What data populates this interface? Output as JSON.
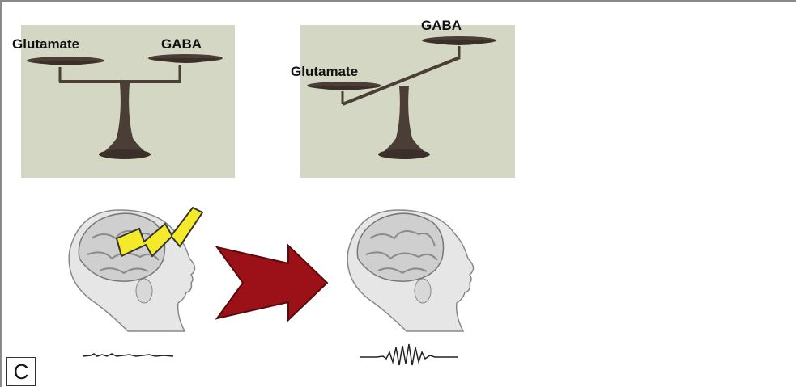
{
  "figure": {
    "panel_letter": "C",
    "left_scale": {
      "left_label": "Glutamate",
      "right_label": "GABA"
    },
    "right_scale": {
      "left_label": "Glutamate",
      "right_label": "GABA"
    }
  },
  "colors": {
    "panel_bg": "#d3d7c3",
    "metal": "#4a3e36",
    "bolt": "#f4ea2a",
    "arrow": "#9c1117"
  },
  "icons": [
    "balance-scale-icon",
    "brain-head-icon",
    "lightning-bolt-icon",
    "arrow-right-icon",
    "eeg-trace-icon"
  ]
}
